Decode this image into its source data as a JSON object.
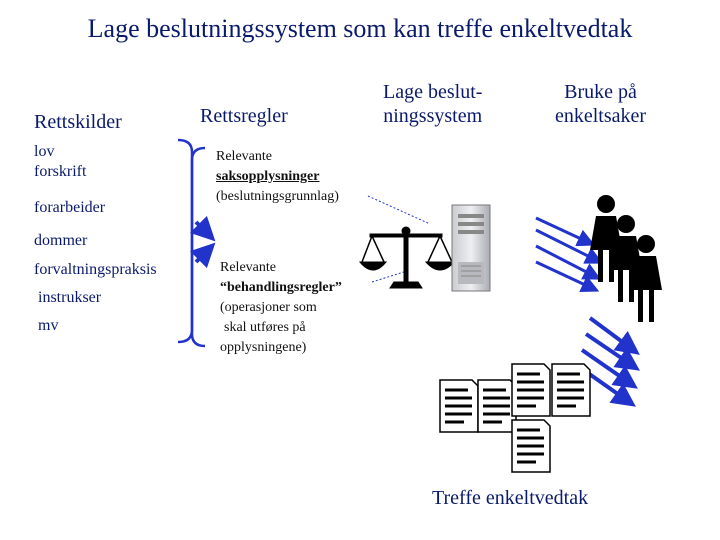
{
  "title": "Lage beslutningssystem som kan treffe enkeltvedtak",
  "columns": {
    "rettskilder": "Rettskilder",
    "rettsregler": "Rettsregler",
    "lage_line1": "Lage beslut-",
    "lage_line2": "ningssystem",
    "bruke_line1": "Bruke på",
    "bruke_line2": "enkeltsaker"
  },
  "sources": [
    "lov",
    "forskrift",
    "forarbeider",
    "dommer",
    "forvaltningspraksis",
    "instrukser",
    "mv"
  ],
  "relevant_facts": {
    "line1": "Relevante",
    "line2": "saksopplysninger",
    "line3": "(beslutningsgrunnlag)"
  },
  "relevant_rules": {
    "line1": "Relevante",
    "line2": "“behandlingsregler”",
    "line3": "(operasjoner som",
    "line4": "skal utføres på",
    "line5": "opplysningene)"
  },
  "outcome": "Treffe enkeltvedtak",
  "colors": {
    "text": "#0a1a6b",
    "arrow": "#2233cc",
    "figure": "#000000"
  }
}
